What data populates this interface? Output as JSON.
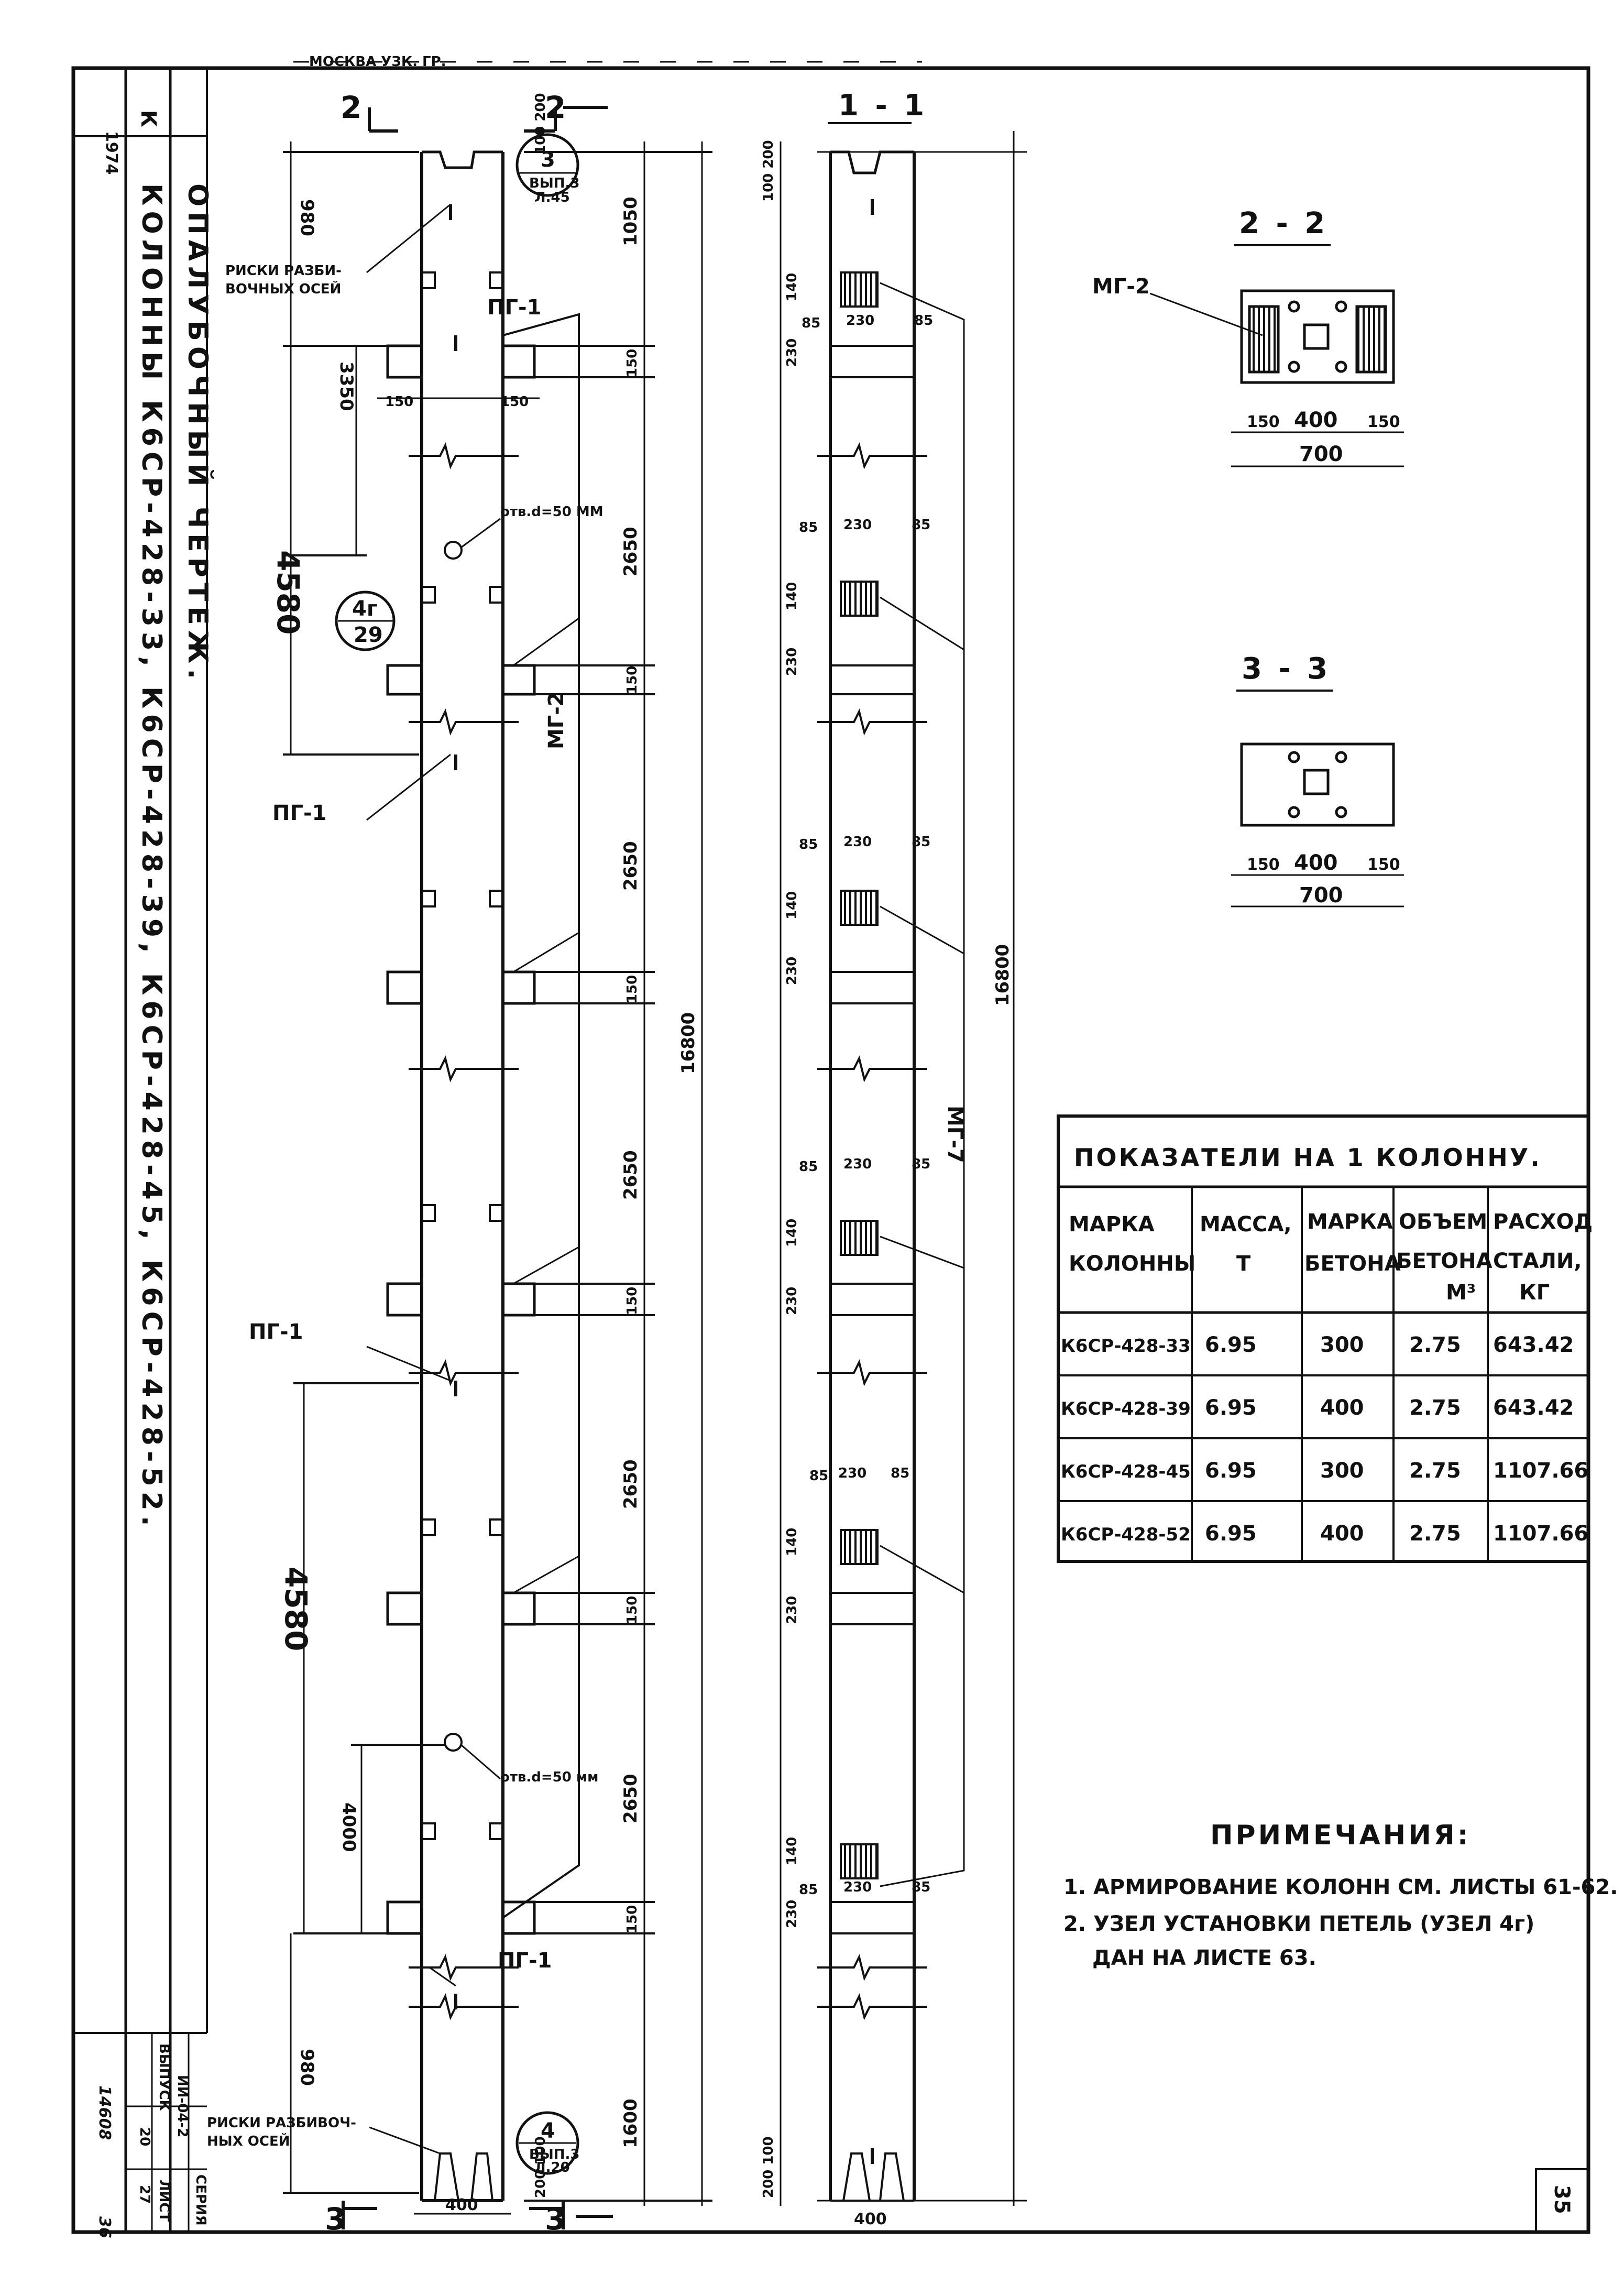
{
  "header": {
    "top_text": "МОСКВА УЗК. ГР.",
    "sheet_code": "1974",
    "sheet_letter": "К",
    "title_line1": "КОЛОННЫ К6СР-428-33, К6СР-428-39, К6СР-428-45, К6СР-428-52.",
    "title_line2": "ОПАЛУБОЧНЫЙ ЧЕРТЕЖ."
  },
  "stamp": {
    "series_label": "СЕРИЯ",
    "series_value": "ИИ-04-2",
    "issue_label": "ВЫПУСК",
    "issue_value": "20",
    "sheet_label": "ЛИСТ",
    "sheet_value": "27",
    "archive_number": "14608",
    "corner_number": "36",
    "page_number": "35"
  },
  "elevation": {
    "section_marks": [
      "2",
      "2",
      "3",
      "3"
    ],
    "labels": {
      "riski_top": "РИСКИ РАЗБИ-\nВОЧНЫХ ОСЕЙ",
      "riski_bottom": "РИСКИ РАЗБИВОЧ-\nНЫХ ОСЕЙ",
      "pg1": "ПГ-1",
      "mg2": "МГ-2",
      "hole": "отв.d=50 ММ",
      "hole2": "отв.d=50 мм"
    },
    "callouts": [
      {
        "num": "3",
        "sub": "ВЫП.3",
        "ref": "Л.45"
      },
      {
        "num": "4г",
        "sub": "29",
        "ref": ""
      },
      {
        "num": "4",
        "sub": "ВЫП.3",
        "ref": "Л.20"
      }
    ],
    "dims_left": [
      "980",
      "3350",
      "4580",
      "4580",
      "4000",
      "980"
    ],
    "dims_right": [
      "100",
      "200",
      "1050",
      "150",
      "2650",
      "150",
      "2650",
      "150",
      "2650",
      "150",
      "2650",
      "150",
      "2650",
      "150",
      "1600",
      "200",
      "100"
    ],
    "overall": "16800",
    "width_small": "150",
    "width": "400"
  },
  "side_view": {
    "section_label": "1 - 1",
    "label_mg": "МГ-7",
    "overall": "16800",
    "plate_dims": [
      "85",
      "230",
      "85"
    ],
    "plate_height": [
      "230",
      "140"
    ],
    "top_dims": [
      "100",
      "200"
    ],
    "bottom_dims": [
      "200",
      "100"
    ],
    "width": "400"
  },
  "section_2_2": {
    "title": "2 - 2",
    "label": "МГ-2",
    "dims": [
      "150",
      "400",
      "150"
    ],
    "total": "700"
  },
  "section_3_3": {
    "title": "3 - 3",
    "dims": [
      "150",
      "400",
      "150"
    ],
    "total": "700"
  },
  "table": {
    "title": "ПОКАЗАТЕЛИ НА 1 КОЛОННУ.",
    "headers": [
      [
        "МАРКА",
        "КОЛОННЫ"
      ],
      [
        "МАССА,",
        "Т"
      ],
      [
        "МАРКА",
        "БЕТОНА"
      ],
      [
        "ОБЪЕМ",
        "БЕТОНА",
        "М³"
      ],
      [
        "РАСХОД",
        "СТАЛИ,",
        "КГ"
      ]
    ],
    "rows": [
      [
        "К6СР-428-33",
        "6.95",
        "300",
        "2.75",
        "643.42"
      ],
      [
        "К6СР-428-39",
        "6.95",
        "400",
        "2.75",
        "643.42"
      ],
      [
        "К6СР-428-45",
        "6.95",
        "300",
        "2.75",
        "1107.66"
      ],
      [
        "К6СР-428-52",
        "6.95",
        "400",
        "2.75",
        "1107.66"
      ]
    ]
  },
  "notes": {
    "title": "ПРИМЕЧАНИЯ:",
    "items": [
      "1. АРМИРОВАНИЕ КОЛОНН СМ. ЛИСТЫ 61-62.",
      "2. УЗЕЛ УСТАНОВКИ ПЕТЕЛЬ (УЗЕЛ 4г)",
      "ДАН НА ЛИСТЕ 63."
    ]
  }
}
